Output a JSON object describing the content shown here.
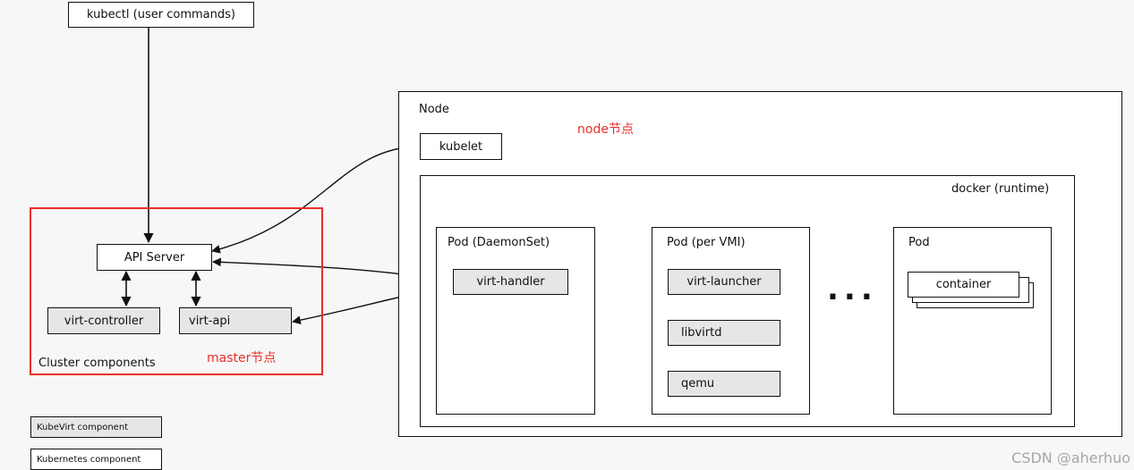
{
  "kubectl": "kubectl (user commands)",
  "cluster": {
    "api_server": "API Server",
    "virt_controller": "virt-controller",
    "virt_api": "virt-api",
    "label": "Cluster components",
    "annotation": "master节点",
    "annotation_color": "#e8302a",
    "border_color": "#e8302a"
  },
  "node": {
    "title": "Node",
    "annotation": "node节点",
    "kubelet": "kubelet",
    "runtime": "docker (runtime)",
    "pod_daemonset": {
      "title": "Pod (DaemonSet)",
      "virt_handler": "virt-handler"
    },
    "pod_vmi": {
      "title": "Pod (per VMI)",
      "virt_launcher": "virt-launcher",
      "libvirtd": "libvirtd",
      "qemu": "qemu"
    },
    "ellipsis": "...",
    "pod_generic": {
      "title": "Pod",
      "container": "container"
    }
  },
  "legend": {
    "kubevirt": "KubeVirt component",
    "kubernetes": "Kubernetes component"
  },
  "watermark": "CSDN @aherhuo"
}
